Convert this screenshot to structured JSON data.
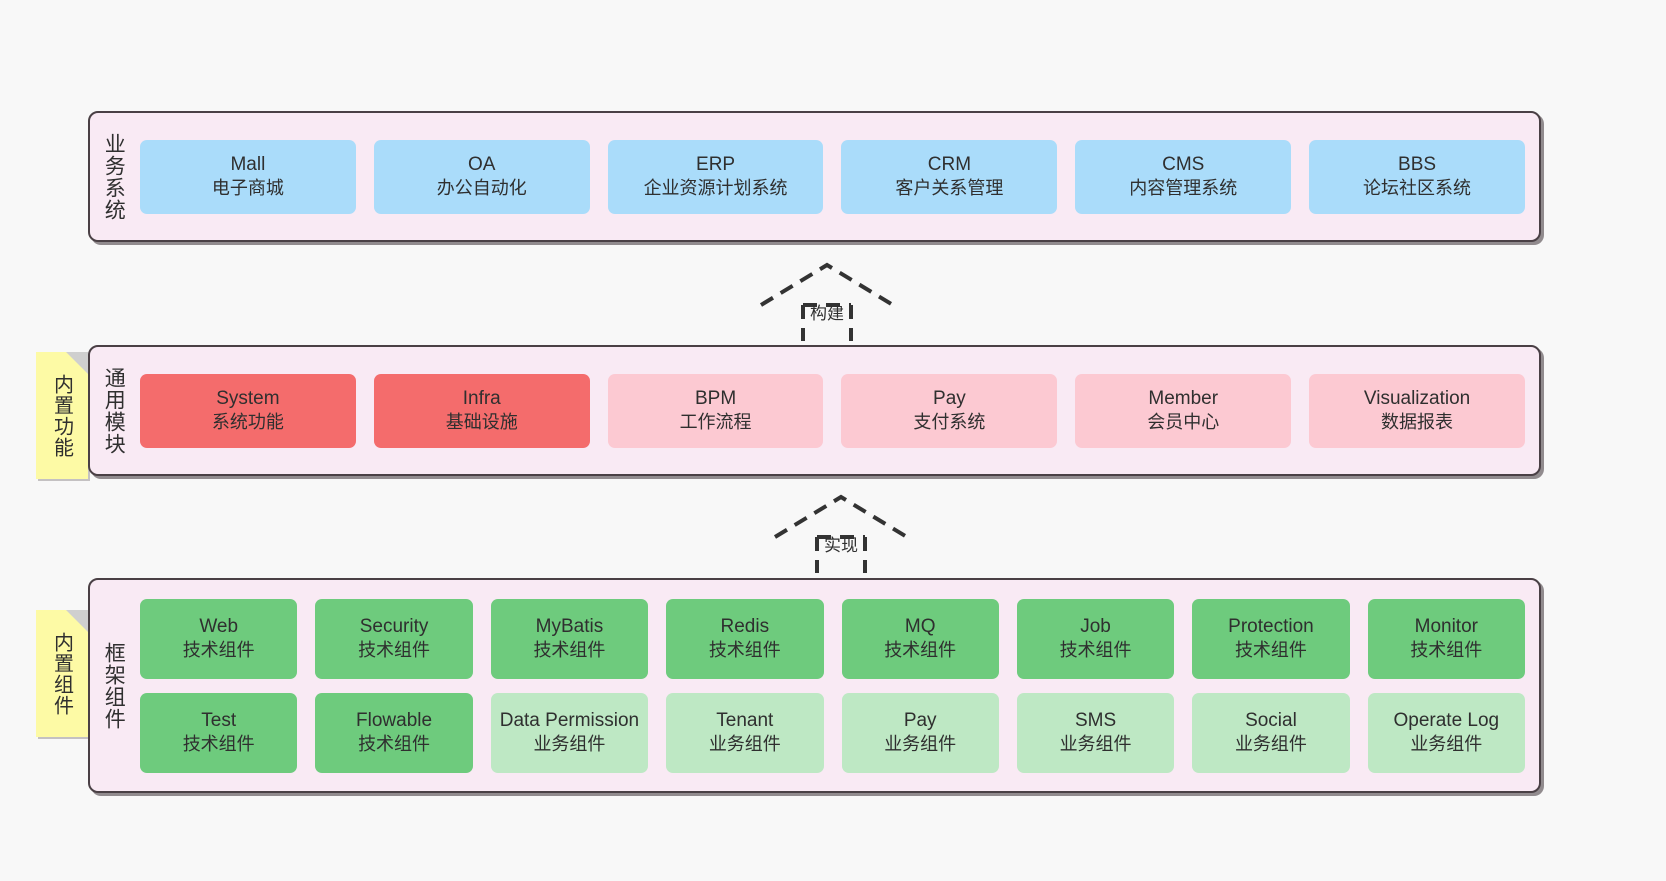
{
  "diagram": {
    "background": "#f8f8f8",
    "layer_bg": "#f9eaf4",
    "layer_border": "#4a4045",
    "note_bg": "#fdfaa5"
  },
  "layers": [
    {
      "id": "business-system",
      "title": "业务系统",
      "note": null,
      "rows": [
        {
          "cards": [
            {
              "en": "Mall",
              "cn": "电子商城",
              "color": "#aadcfa",
              "style": "c-blue"
            },
            {
              "en": "OA",
              "cn": "办公自动化",
              "color": "#aadcfa",
              "style": "c-blue"
            },
            {
              "en": "ERP",
              "cn": "企业资源计划系统",
              "color": "#aadcfa",
              "style": "c-blue"
            },
            {
              "en": "CRM",
              "cn": "客户关系管理",
              "color": "#aadcfa",
              "style": "c-blue"
            },
            {
              "en": "CMS",
              "cn": "内容管理系统",
              "color": "#aadcfa",
              "style": "c-blue"
            },
            {
              "en": "BBS",
              "cn": "论坛社区系统",
              "color": "#aadcfa",
              "style": "c-blue"
            }
          ]
        }
      ]
    },
    {
      "id": "common-module",
      "title": "通用模块",
      "note": "内置功能",
      "rows": [
        {
          "cards": [
            {
              "en": "System",
              "cn": "系统功能",
              "color": "#f46c6c",
              "style": "c-red"
            },
            {
              "en": "Infra",
              "cn": "基础设施",
              "color": "#f46c6c",
              "style": "c-red"
            },
            {
              "en": "BPM",
              "cn": "工作流程",
              "color": "#fcc9d2",
              "style": "c-pink"
            },
            {
              "en": "Pay",
              "cn": "支付系统",
              "color": "#fcc9d2",
              "style": "c-pink"
            },
            {
              "en": "Member",
              "cn": "会员中心",
              "color": "#fcc9d2",
              "style": "c-pink"
            },
            {
              "en": "Visualization",
              "cn": "数据报表",
              "color": "#fcc9d2",
              "style": "c-pink"
            }
          ]
        }
      ]
    },
    {
      "id": "framework-component",
      "title": "框架组件",
      "note": "内置组件",
      "rows": [
        {
          "cards": [
            {
              "en": "Web",
              "cn": "技术组件",
              "color": "#6ecb7d",
              "style": "c-green"
            },
            {
              "en": "Security",
              "cn": "技术组件",
              "color": "#6ecb7d",
              "style": "c-green"
            },
            {
              "en": "MyBatis",
              "cn": "技术组件",
              "color": "#6ecb7d",
              "style": "c-green"
            },
            {
              "en": "Redis",
              "cn": "技术组件",
              "color": "#6ecb7d",
              "style": "c-green"
            },
            {
              "en": "MQ",
              "cn": "技术组件",
              "color": "#6ecb7d",
              "style": "c-green"
            },
            {
              "en": "Job",
              "cn": "技术组件",
              "color": "#6ecb7d",
              "style": "c-green"
            },
            {
              "en": "Protection",
              "cn": "技术组件",
              "color": "#6ecb7d",
              "style": "c-green"
            },
            {
              "en": "Monitor",
              "cn": "技术组件",
              "color": "#6ecb7d",
              "style": "c-green"
            }
          ]
        },
        {
          "cards": [
            {
              "en": "Test",
              "cn": "技术组件",
              "color": "#6ecb7d",
              "style": "c-green"
            },
            {
              "en": "Flowable",
              "cn": "技术组件",
              "color": "#6ecb7d",
              "style": "c-green"
            },
            {
              "en": "Data Permission",
              "cn": "业务组件",
              "color": "#bee8c4",
              "style": "c-lightgreen"
            },
            {
              "en": "Tenant",
              "cn": "业务组件",
              "color": "#bee8c4",
              "style": "c-lightgreen"
            },
            {
              "en": "Pay",
              "cn": "业务组件",
              "color": "#bee8c4",
              "style": "c-lightgreen"
            },
            {
              "en": "SMS",
              "cn": "业务组件",
              "color": "#bee8c4",
              "style": "c-lightgreen"
            },
            {
              "en": "Social",
              "cn": "业务组件",
              "color": "#bee8c4",
              "style": "c-lightgreen"
            },
            {
              "en": "Operate Log",
              "cn": "业务组件",
              "color": "#bee8c4",
              "style": "c-lightgreen"
            }
          ]
        }
      ]
    }
  ],
  "connectors": [
    {
      "id": "build",
      "label": "构建",
      "direction": "up",
      "from": "common-module",
      "to": "business-system"
    },
    {
      "id": "implement",
      "label": "实现",
      "direction": "up",
      "from": "framework-component",
      "to": "common-module"
    }
  ]
}
